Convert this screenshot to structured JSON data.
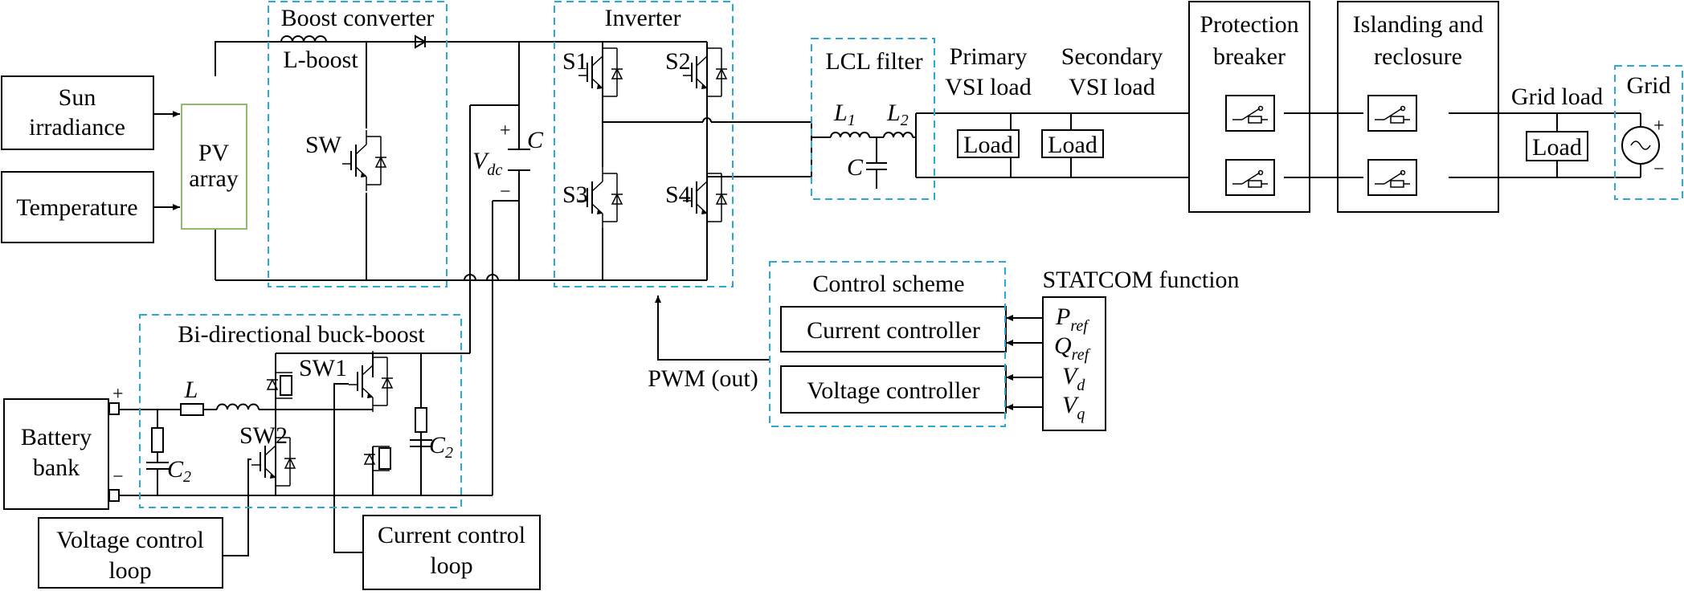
{
  "colors": {
    "dashed_border": "#29a9d6",
    "pv_border": "#8fbc6a",
    "line": "#000000"
  },
  "labels": {
    "boost_converter": "Boost converter",
    "l_boost": "L-boost",
    "sw": "SW",
    "inverter": "Inverter",
    "s1": "S1",
    "s2": "S2",
    "s3": "S3",
    "s4": "S4",
    "lcl_filter": "LCL filter",
    "l1_main": "L",
    "l1_sub": "1",
    "l2_main": "L",
    "l2_sub": "2",
    "c_filter": "C",
    "primary_line1": "Primary",
    "primary_line2": "VSI load",
    "secondary_line1": "Secondary",
    "secondary_line2": "VSI load",
    "load": "Load",
    "protection_line1": "Protection",
    "protection_line2": "breaker",
    "islanding_line1": "Islanding and",
    "islanding_line2": "reclosure",
    "grid_load": "Grid load",
    "grid": "Grid",
    "plus": "+",
    "minus": "−",
    "sun_line1": "Sun",
    "sun_line2": "irradiance",
    "temperature": "Temperature",
    "pv_line1": "PV",
    "pv_line2": "array",
    "vdc_main": "V",
    "vdc_sub": "dc",
    "c_dc": "C",
    "buckboost": "Bi-directional buck-boost",
    "l_bb": "L",
    "sw1": "SW1",
    "sw2": "SW2",
    "c2_main": "C",
    "c2_sub": "2",
    "battery_line1": "Battery",
    "battery_line2": "bank",
    "vloop_line1": "Voltage control",
    "vloop_line2": "loop",
    "cloop_line1": "Current control",
    "cloop_line2": "loop",
    "control_scheme": "Control scheme",
    "current_controller": "Current controller",
    "voltage_controller": "Voltage controller",
    "statcom": "STATCOM function",
    "pwm": "PWM (out)",
    "pref_main": "P",
    "pref_sub": "ref",
    "qref_main": "Q",
    "qref_sub": "ref",
    "vd_main": "V",
    "vd_sub": "d",
    "vq_main": "V",
    "vq_sub": "q"
  }
}
